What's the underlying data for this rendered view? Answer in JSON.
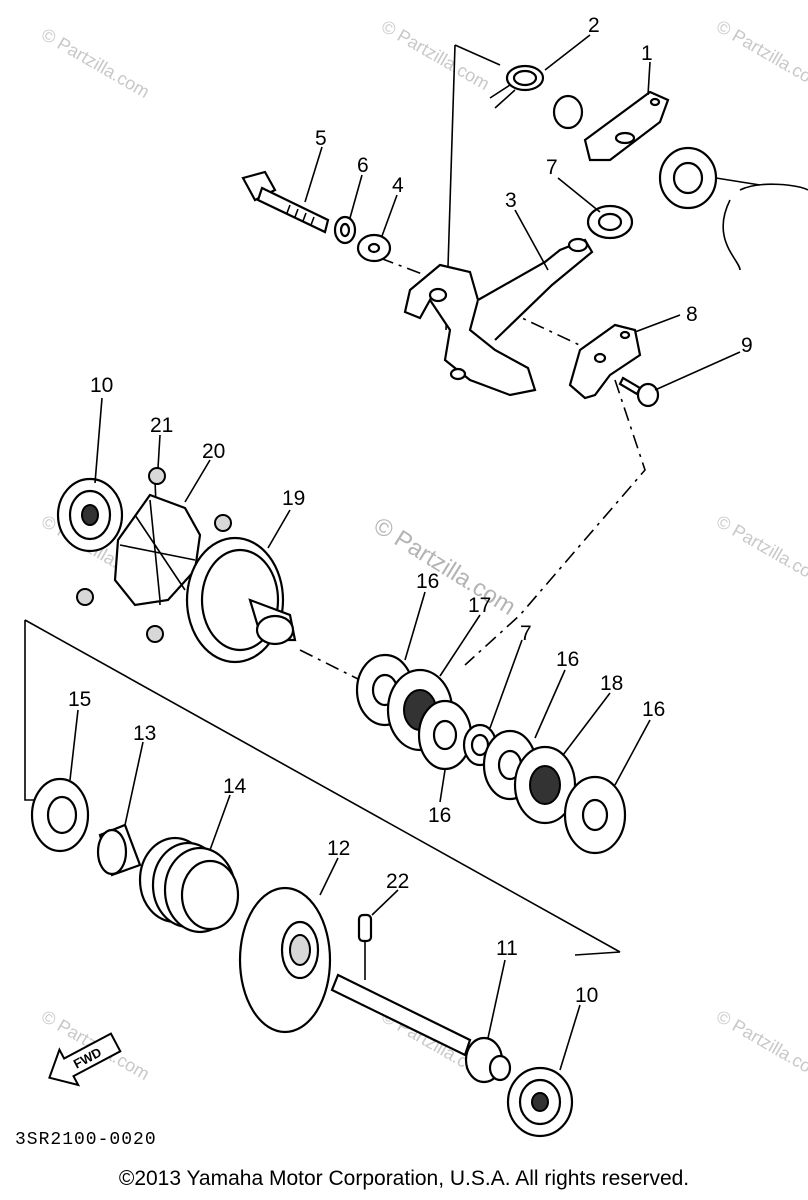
{
  "diagram": {
    "part_labels": [
      "1",
      "2",
      "3",
      "4",
      "5",
      "6",
      "7",
      "7",
      "8",
      "9",
      "10",
      "10",
      "11",
      "12",
      "13",
      "14",
      "15",
      "16",
      "16",
      "16",
      "16",
      "17",
      "18",
      "19",
      "20",
      "21",
      "22"
    ],
    "diagram_code": "3SR2100-0020",
    "fwd_label": "FWD",
    "copyright": "©2013 Yamaha Motor Corporation, U.S.A. All rights reserved.",
    "watermark": "© Partzilla.com"
  },
  "labels": {
    "l1": "1",
    "l2": "2",
    "l3": "3",
    "l4": "4",
    "l5": "5",
    "l6": "6",
    "l7a": "7",
    "l7b": "7",
    "l8": "8",
    "l9": "9",
    "l10a": "10",
    "l10b": "10",
    "l11": "11",
    "l12": "12",
    "l13": "13",
    "l14": "14",
    "l15": "15",
    "l16a": "16",
    "l16b": "16",
    "l16c": "16",
    "l16d": "16",
    "l17": "17",
    "l18": "18",
    "l19": "19",
    "l20": "20",
    "l21": "21",
    "l22": "22"
  }
}
